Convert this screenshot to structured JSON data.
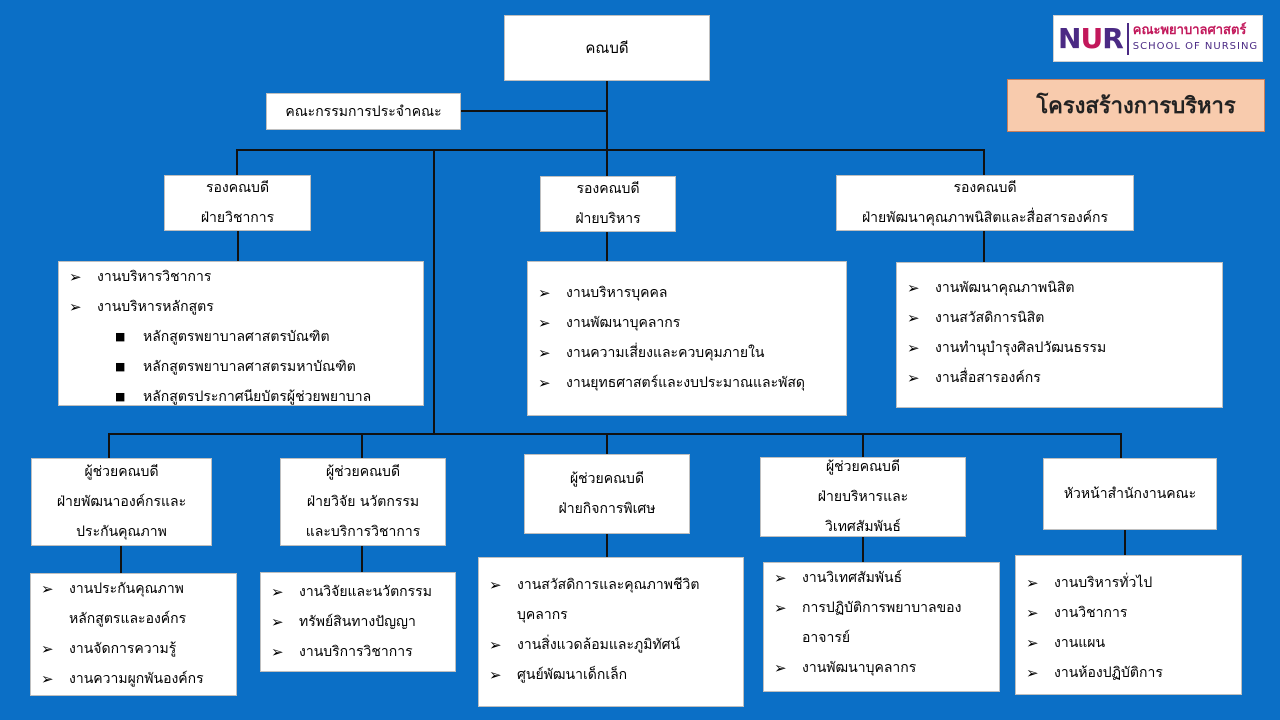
{
  "logo": {
    "mark_left": "N",
    "mark_mid": "U",
    "mark_right": "R",
    "thai": "คณะพยาบาลศาสตร์",
    "english": "SCHOOL OF NURSING"
  },
  "title": "โครงสร้างการบริหาร",
  "dean": "คณบดี",
  "committee": "คณะกรรมการประจำคณะ",
  "vp_academic": {
    "line1": "รองคณบดี",
    "line2": "ฝ่ายวิชาการ",
    "items": [
      "งานบริหารวิชาการ",
      "งานบริหารหลักสูตร"
    ],
    "subitems": [
      "หลักสูตรพยาบาลศาสตรบัณฑิต",
      "หลักสูตรพยาบาลศาสตรมหาบัณฑิต",
      "หลักสูตรประกาศนียบัตรผู้ช่วยพยาบาล"
    ]
  },
  "vp_admin": {
    "line1": "รองคณบดี",
    "line2": "ฝ่ายบริหาร",
    "items": [
      "งานบริหารบุคคล",
      "งานพัฒนาบุคลากร",
      "งานความเสี่ยงและควบคุมภายใน",
      "งานยุทธศาสตร์และงบประมาณและพัสดุ"
    ]
  },
  "vp_quality": {
    "line1": "รองคณบดี",
    "line2": "ฝ่ายพัฒนาคุณภาพนิสิตและสื่อสารองค์กร",
    "items": [
      "งานพัฒนาคุณภาพนิสิต",
      "งานสวัสดิการนิสิต",
      "งานทำนุบำรุงศิลปวัฒนธรรม",
      "งานสื่อสารองค์กร"
    ]
  },
  "asst_org": {
    "line1": "ผู้ช่วยคณบดี",
    "line2": "ฝ่ายพัฒนาองค์กรและ",
    "line3": "ประกันคุณภาพ",
    "items": [
      "งานประกันคุณภาพ",
      "งานจัดการความรู้",
      "งานความผูกพันองค์กร"
    ],
    "item1_cont": "หลักสูตรและองค์กร"
  },
  "asst_research": {
    "line1": "ผู้ช่วยคณบดี",
    "line2": "ฝ่ายวิจัย นวัตกรรม",
    "line3": "และบริการวิชาการ",
    "items": [
      "งานวิจัยและนวัตกรรม",
      "ทรัพย์สินทางปัญญา",
      "งานบริการวิชาการ"
    ]
  },
  "asst_special": {
    "line1": "ผู้ช่วยคณบดี",
    "line2": "ฝ่ายกิจการพิเศษ",
    "items": [
      "งานสวัสดิการและคุณภาพชีวิต",
      "งานสิ่งแวดล้อมและภูมิทัศน์",
      "ศูนย์พัฒนาเด็กเล็ก"
    ],
    "item1_cont": "บุคลากร"
  },
  "asst_foreign": {
    "line1": "ผู้ช่วยคณบดี",
    "line2": "ฝ่ายบริหารและ",
    "line3": "วิเทศสัมพันธ์",
    "items": [
      "งานวิเทศสัมพันธ์",
      "การปฏิบัติการพยาบาลของ",
      "งานพัฒนาบุคลากร"
    ],
    "item2_cont": "อาจารย์"
  },
  "office_head": {
    "line1": "หัวหน้าสำนักงานคณะ",
    "items": [
      "งานบริหารทั่วไป",
      "งานวิชาการ",
      "งานแผน",
      "งานห้องปฏิบัติการ"
    ]
  }
}
